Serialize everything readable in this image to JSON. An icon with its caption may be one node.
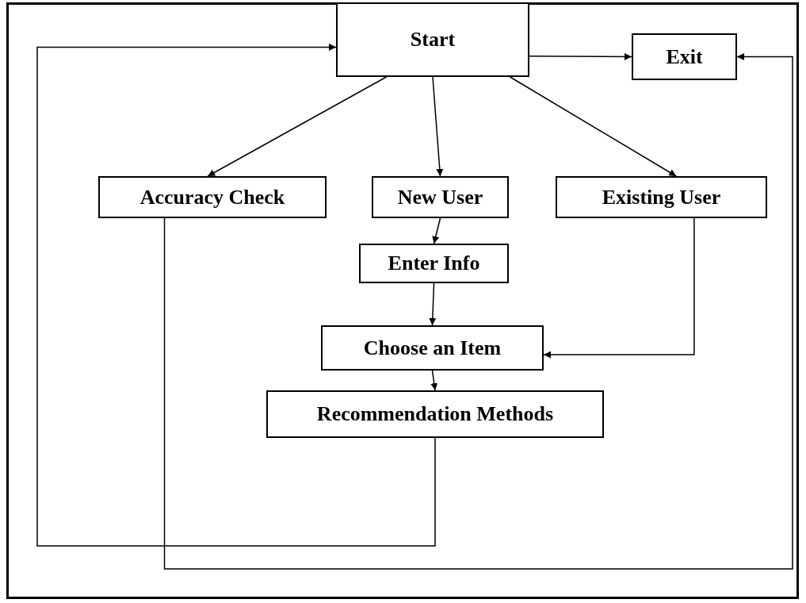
{
  "diagram": {
    "nodes": [
      {
        "text": [
          "Start"
        ]
      },
      {
        "text": [
          "Exit"
        ]
      },
      {
        "text": [
          "Accuracy Check"
        ]
      },
      {
        "text": [
          "New User"
        ]
      },
      {
        "text": [
          "Existing User"
        ]
      },
      {
        "text": [
          "Enter Info"
        ]
      },
      {
        "text": [
          "Choose an Item"
        ]
      },
      {
        "text": [
          "Recommendation Methods"
        ]
      }
    ],
    "edges": [
      {
        "from": 0,
        "to": 1,
        "arrow": "to"
      },
      {
        "from": 0,
        "to": 2,
        "arrow": "to"
      },
      {
        "from": 0,
        "to": 3,
        "arrow": "to"
      },
      {
        "from": 0,
        "to": 4,
        "arrow": "to"
      },
      {
        "from": 3,
        "to": 5,
        "arrow": "to"
      },
      {
        "from": 5,
        "to": 6,
        "arrow": "to"
      },
      {
        "from": 4,
        "to": 6,
        "arrow": "to"
      },
      {
        "from": 6,
        "to": 7,
        "arrow": "to"
      },
      {
        "from": 7,
        "to": 0,
        "arrow": "to"
      },
      {
        "from": 2,
        "to": 1,
        "arrow": "to"
      }
    ]
  }
}
